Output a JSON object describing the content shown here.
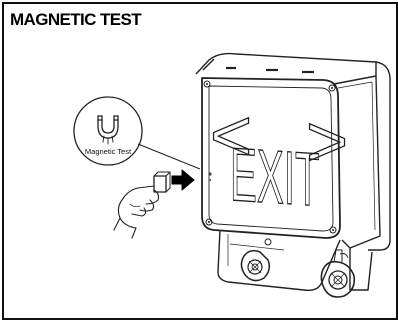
{
  "title": "MAGNETIC TEST",
  "callout": {
    "label": "Magnetic Test",
    "icon": "horseshoe-magnet-icon"
  },
  "sign": {
    "text": "EXIT",
    "left_chevron": "<",
    "right_chevron": ">"
  },
  "colors": {
    "line": "#222222",
    "arrow": "#000000",
    "border": "#111111"
  }
}
